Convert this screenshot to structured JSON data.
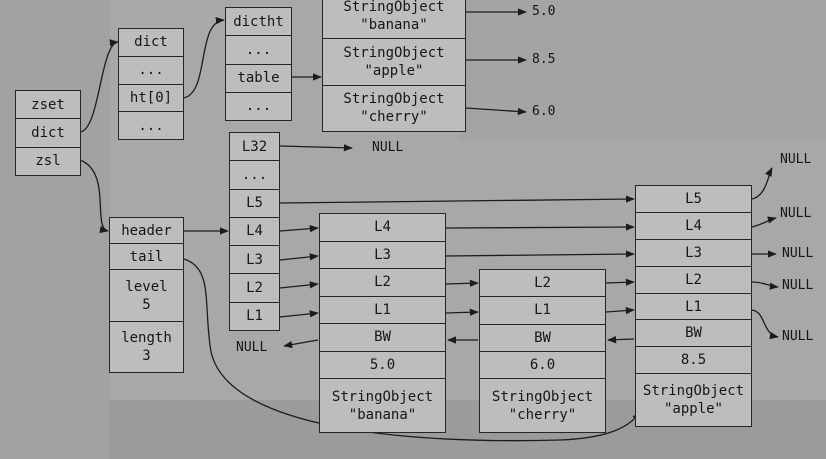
{
  "zset": {
    "rows": [
      "zset",
      "dict",
      "zsl"
    ]
  },
  "dict": {
    "rows": [
      "dict",
      "...",
      "ht[0]",
      "..."
    ]
  },
  "dictht": {
    "rows": [
      "dictht",
      "...",
      "table",
      "..."
    ]
  },
  "entries": {
    "rows": [
      "StringObject\n\"banana\"",
      "StringObject\n\"apple\"",
      "StringObject\n\"cherry\""
    ],
    "values": [
      "5.0",
      "8.5",
      "6.0"
    ]
  },
  "zskiplist": {
    "rows": [
      "header",
      "tail",
      "level\n5",
      "length\n3"
    ]
  },
  "header_node": {
    "rows": [
      "L32",
      "...",
      "L5",
      "L4",
      "L3",
      "L2",
      "L1"
    ]
  },
  "node_banana": {
    "rows": [
      "L4",
      "L3",
      "L2",
      "L1",
      "BW",
      "5.0",
      "StringObject\n\"banana\""
    ]
  },
  "node_cherry": {
    "rows": [
      "L2",
      "L1",
      "BW",
      "6.0",
      "StringObject\n\"cherry\""
    ]
  },
  "node_apple": {
    "rows": [
      "L5",
      "L4",
      "L3",
      "L2",
      "L1",
      "BW",
      "8.5",
      "StringObject\n\"apple\""
    ]
  },
  "null_label": "NULL"
}
